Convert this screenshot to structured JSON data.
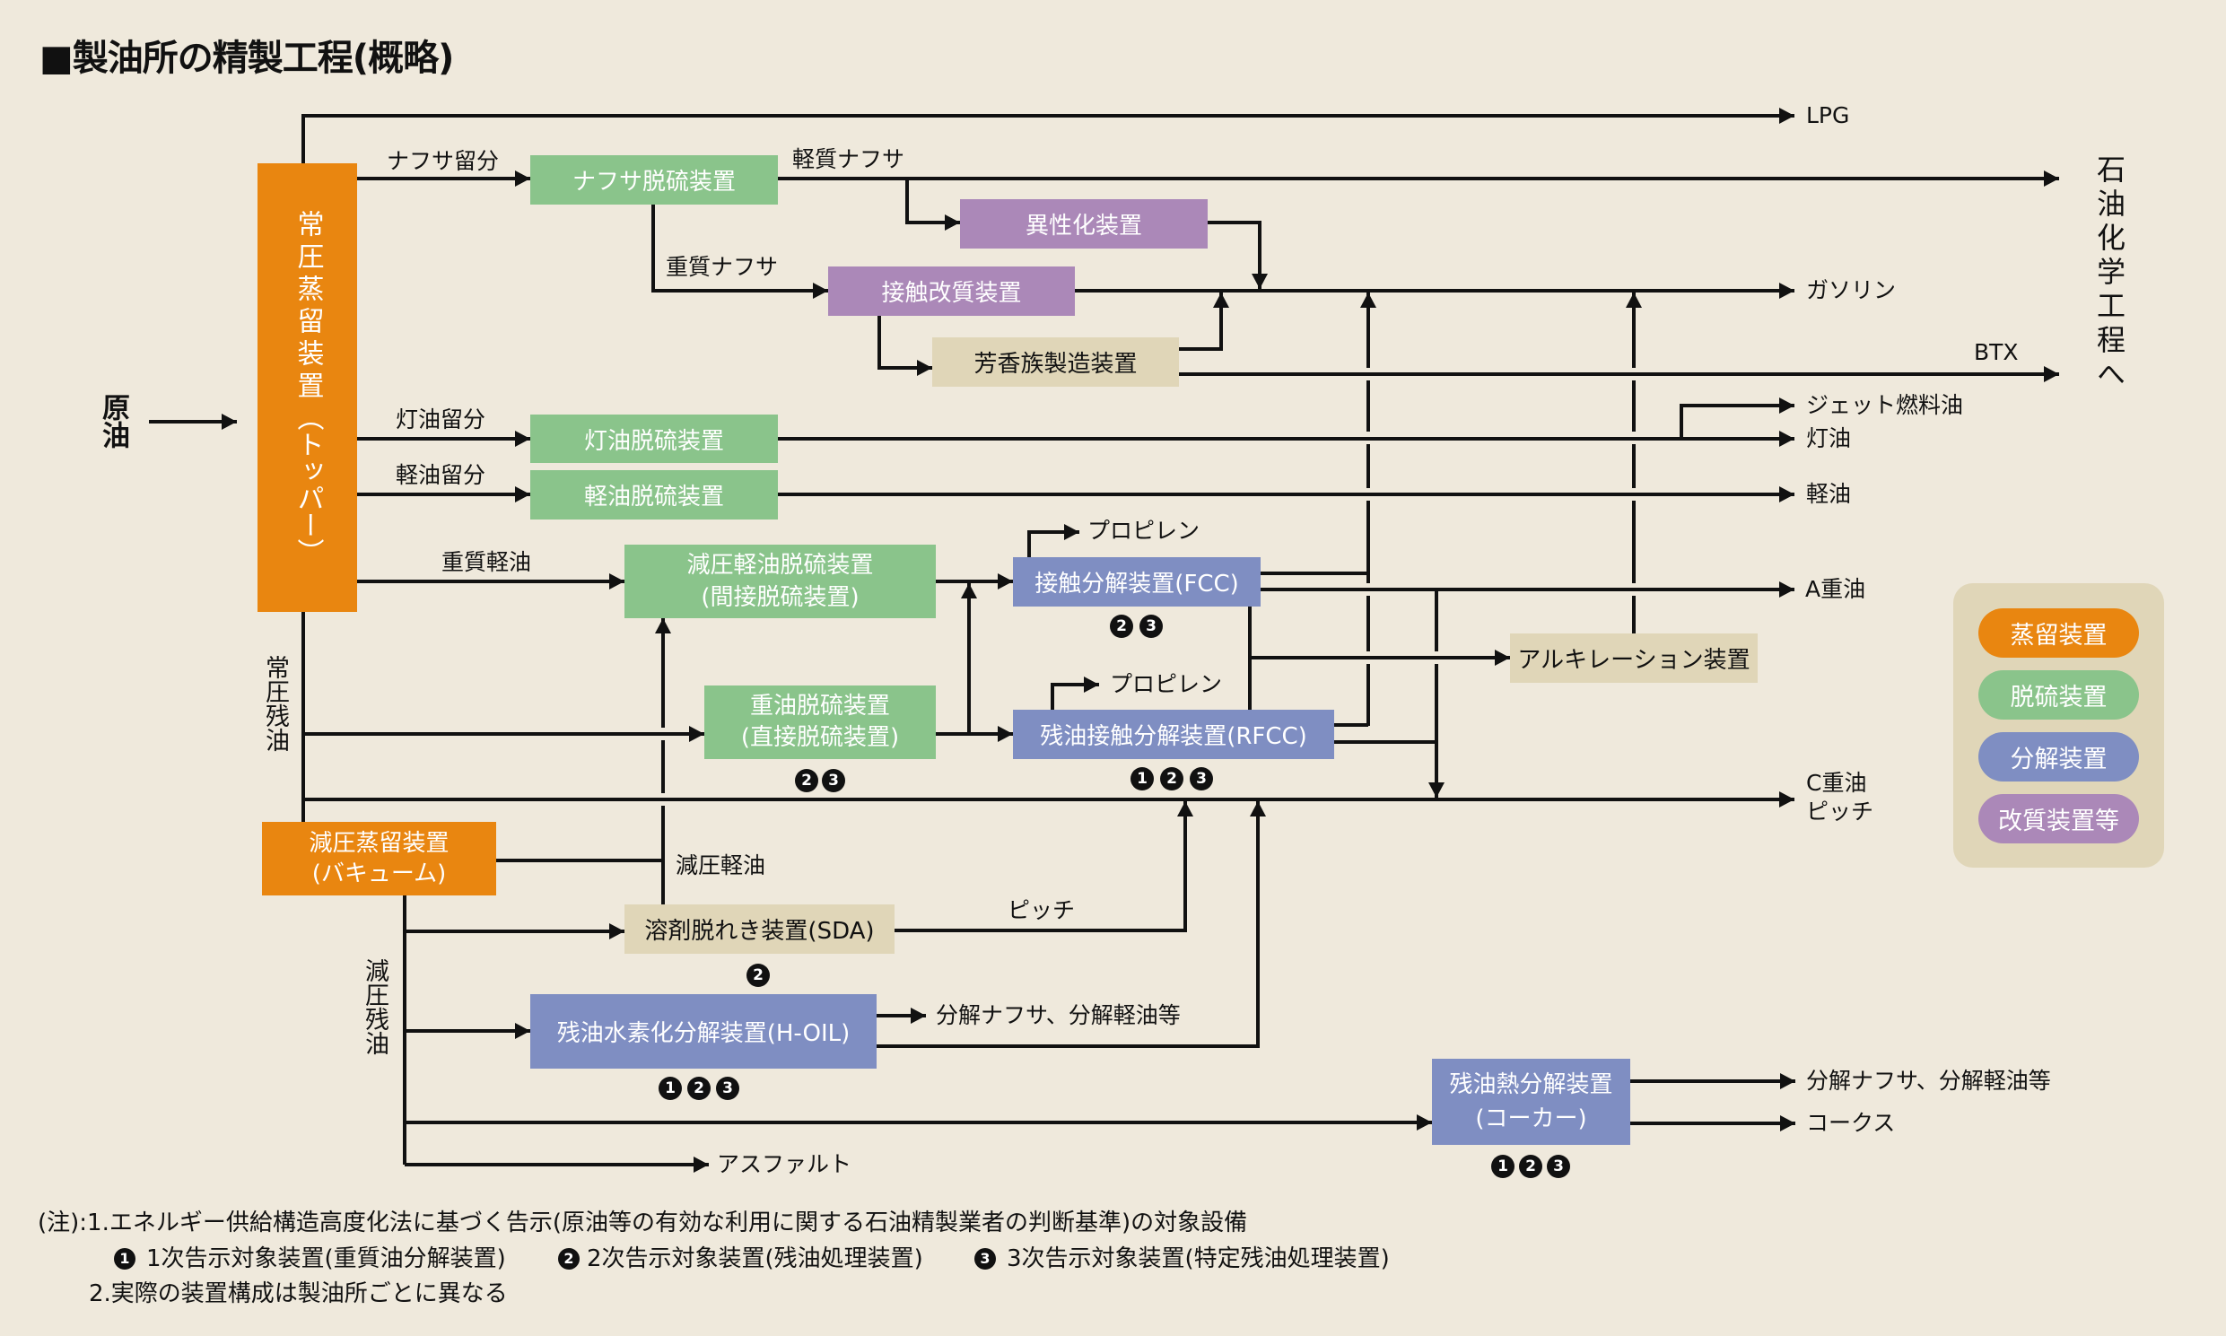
{
  "title": "■製油所の精製工程(概略)",
  "feed": {
    "label": "原油"
  },
  "colors": {
    "distillation": "#E98610",
    "desulfurization": "#8AC48B",
    "cracking": "#7F8EC2",
    "reforming": "#AB88B8",
    "other": "#E0D6B8",
    "legend_background": "#E0D6B8",
    "background": "#EFE9DC"
  },
  "units": {
    "atmospheric_distillation": {
      "label": "常圧蒸留装置",
      "sub": "（トッパー）",
      "category": "distillation"
    },
    "vacuum_distillation": {
      "label": "減圧蒸留装置",
      "sub": "(バキューム)",
      "category": "distillation"
    },
    "naphtha_hds": {
      "label": "ナフサ脱硫装置",
      "category": "desulfurization"
    },
    "isomerization": {
      "label": "異性化装置",
      "category": "reforming"
    },
    "catalytic_reformer": {
      "label": "接触改質装置",
      "category": "reforming"
    },
    "aromatics": {
      "label": "芳香族製造装置",
      "category": "other"
    },
    "kerosene_hds": {
      "label": "灯油脱硫装置",
      "category": "desulfurization"
    },
    "gasoil_hds": {
      "label": "軽油脱硫装置",
      "category": "desulfurization"
    },
    "vgo_hds": {
      "label": "減圧軽油脱硫装置",
      "sub": "(間接脱硫装置)",
      "category": "desulfurization"
    },
    "resid_hds": {
      "label": "重油脱硫装置",
      "sub": "(直接脱硫装置)",
      "category": "desulfurization",
      "badges": [
        "2",
        "3"
      ]
    },
    "fcc": {
      "label": "接触分解装置(FCC)",
      "category": "cracking",
      "badges": [
        "2",
        "3"
      ]
    },
    "rfcc": {
      "label": "残油接触分解装置(RFCC)",
      "category": "cracking",
      "badges": [
        "1",
        "2",
        "3"
      ]
    },
    "alkylation": {
      "label": "アルキレーション装置",
      "category": "other"
    },
    "sda": {
      "label": "溶剤脱れき装置(SDA)",
      "category": "other",
      "badges": [
        "2"
      ]
    },
    "h_oil": {
      "label": "残油水素化分解装置(H-OIL)",
      "category": "cracking",
      "badges": [
        "1",
        "2",
        "3"
      ]
    },
    "coker": {
      "label": "残油熱分解装置",
      "sub": "(コーカー)",
      "category": "cracking",
      "badges": [
        "1",
        "2",
        "3"
      ]
    }
  },
  "streams": {
    "naphtha_fraction": "ナフサ留分",
    "light_naphtha": "軽質ナフサ",
    "heavy_naphtha": "重質ナフサ",
    "kerosene_fraction": "灯油留分",
    "gasoil_fraction": "軽油留分",
    "heavy_gasoil": "重質軽油",
    "atmospheric_residue": "常圧残油",
    "vacuum_gasoil": "減圧軽油",
    "vacuum_residue": "減圧残油",
    "sda_pitch": "ピッチ",
    "fcc_propylene": "プロピレン",
    "rfcc_propylene": "プロピレン",
    "hoil_products": "分解ナフサ、分解軽油等",
    "asphalt": "アスファルト"
  },
  "products": {
    "lpg": "LPG",
    "gasoline": "ガソリン",
    "btx": "BTX",
    "jet_fuel": "ジェット燃料油",
    "kerosene": "灯油",
    "gasoil": "軽油",
    "a_fuel_oil": "A重油",
    "c_fuel_oil": "C重油",
    "pitch": "ピッチ",
    "coker_products": "分解ナフサ、分解軽油等",
    "coke": "コークス",
    "petrochemical": "石油化学工程へ"
  },
  "legend": {
    "items": [
      {
        "label": "蒸留装置",
        "category": "distillation"
      },
      {
        "label": "脱硫装置",
        "category": "desulfurization"
      },
      {
        "label": "分解装置",
        "category": "cracking"
      },
      {
        "label": "改質装置等",
        "category": "reforming"
      }
    ]
  },
  "notes": {
    "line1": "(注):1.エネルギー供給構造高度化法に基づく告示(原油等の有効な利用に関する石油精製業者の判断基準)の対象設備",
    "badge_items": [
      {
        "badge": "1",
        "text": "1次告示対象装置(重質油分解装置)"
      },
      {
        "badge": "2",
        "text": "2次告示対象装置(残油処理装置)"
      },
      {
        "badge": "3",
        "text": "3次告示対象装置(特定残油処理装置)"
      }
    ],
    "line2": "2.実際の装置構成は製油所ごとに異なる"
  }
}
